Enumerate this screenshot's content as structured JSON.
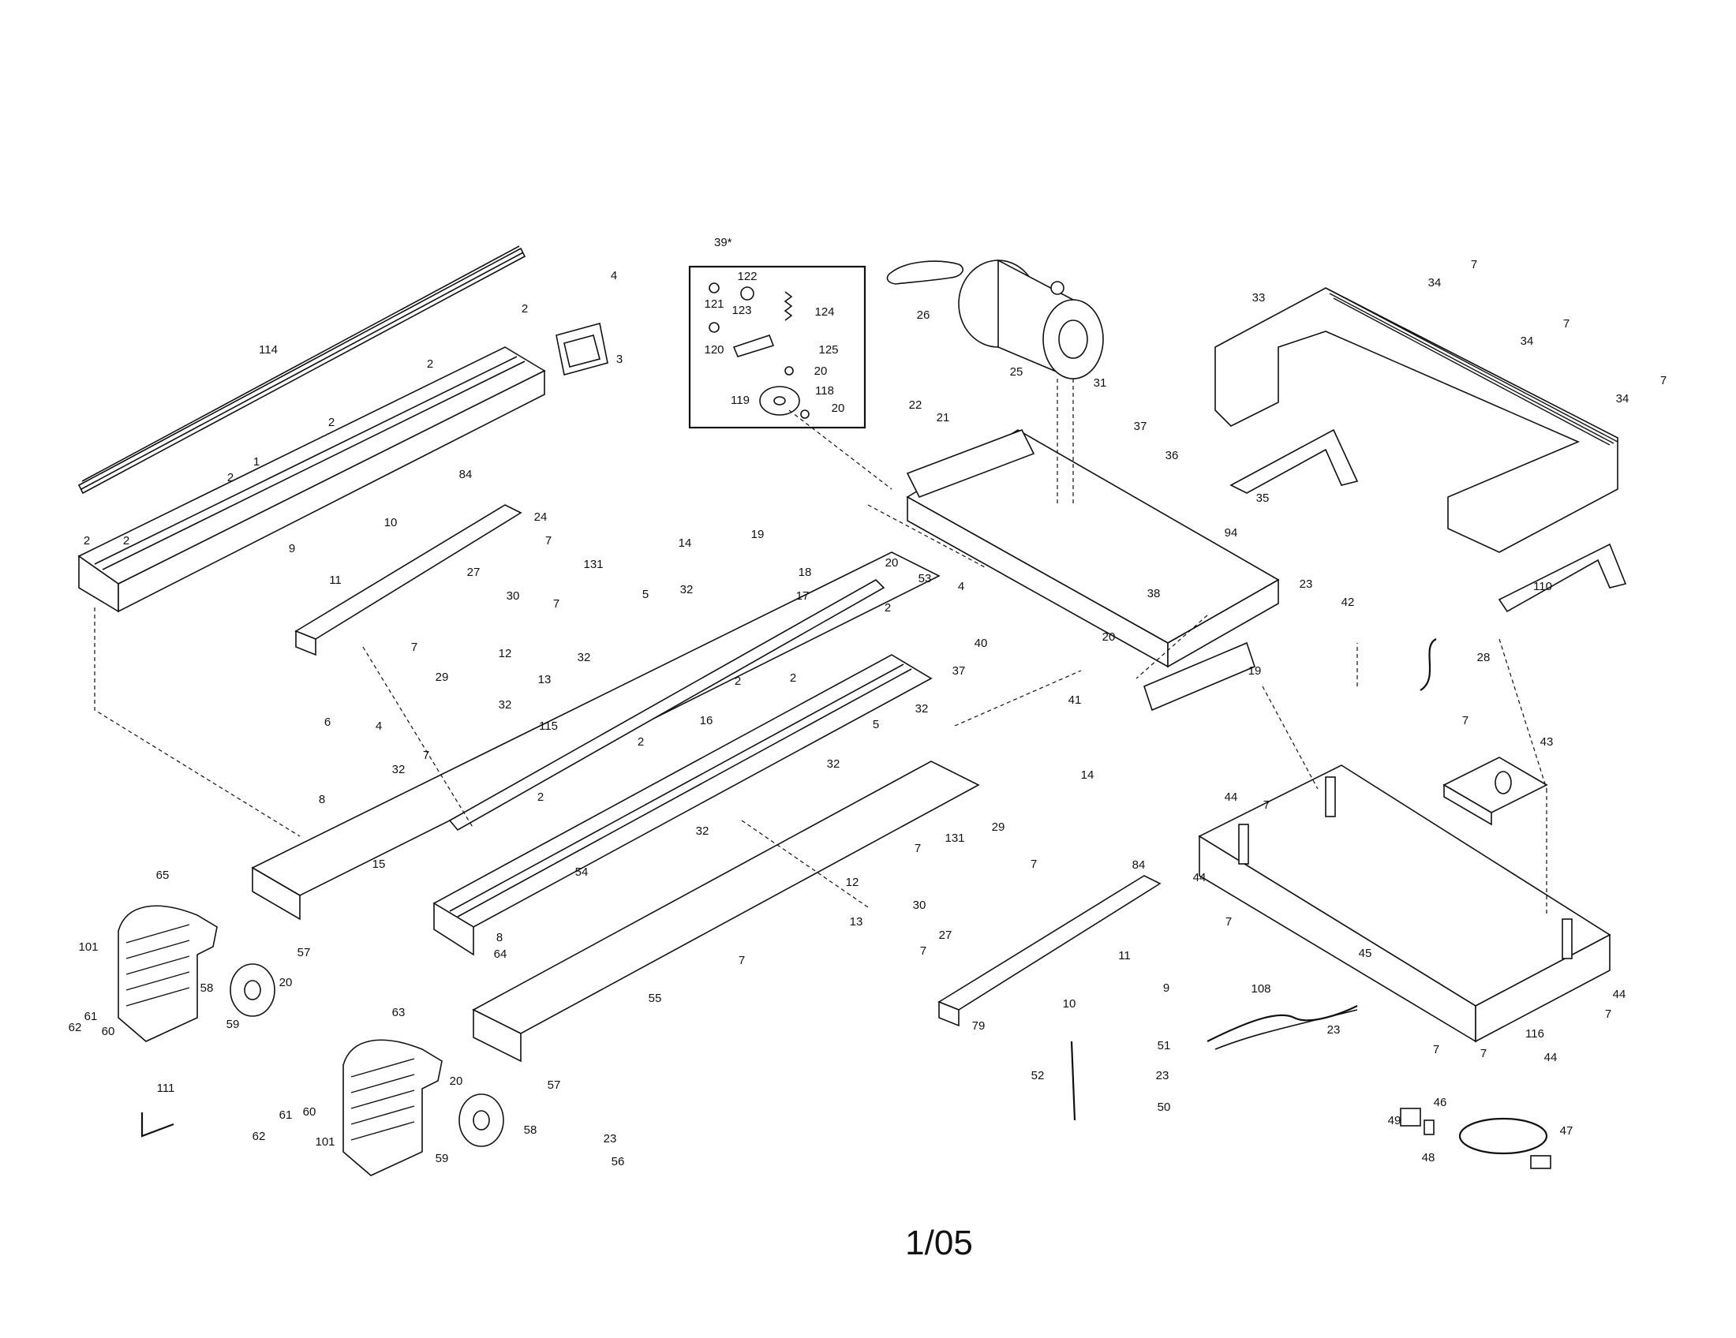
{
  "page_number": "1/05",
  "inset_label": "39*",
  "callouts": [
    {
      "id": "c114",
      "text": "114"
    },
    {
      "id": "c2a",
      "text": "2"
    },
    {
      "id": "c4a",
      "text": "4"
    },
    {
      "id": "c3",
      "text": "3"
    },
    {
      "id": "c2b",
      "text": "2"
    },
    {
      "id": "c2c",
      "text": "2"
    },
    {
      "id": "c2d",
      "text": "2"
    },
    {
      "id": "c2e",
      "text": "2"
    },
    {
      "id": "c1",
      "text": "1"
    },
    {
      "id": "c2f",
      "text": "2"
    },
    {
      "id": "c84a",
      "text": "84"
    },
    {
      "id": "c24",
      "text": "24"
    },
    {
      "id": "c9a",
      "text": "9"
    },
    {
      "id": "c10a",
      "text": "10"
    },
    {
      "id": "c11a",
      "text": "11"
    },
    {
      "id": "c27a",
      "text": "27"
    },
    {
      "id": "c30a",
      "text": "30"
    },
    {
      "id": "c7a",
      "text": "7"
    },
    {
      "id": "c131a",
      "text": "131"
    },
    {
      "id": "c14a",
      "text": "14"
    },
    {
      "id": "c19a",
      "text": "19"
    },
    {
      "id": "c18",
      "text": "18"
    },
    {
      "id": "c5a",
      "text": "5"
    },
    {
      "id": "c32a",
      "text": "32"
    },
    {
      "id": "c17",
      "text": "17"
    },
    {
      "id": "c7b",
      "text": "7"
    },
    {
      "id": "c7c",
      "text": "7"
    },
    {
      "id": "c12a",
      "text": "12"
    },
    {
      "id": "c13a",
      "text": "13"
    },
    {
      "id": "c29a",
      "text": "29"
    },
    {
      "id": "c32b",
      "text": "32"
    },
    {
      "id": "c4b",
      "text": "4"
    },
    {
      "id": "c6",
      "text": "6"
    },
    {
      "id": "c32c",
      "text": "32"
    },
    {
      "id": "c7d",
      "text": "7"
    },
    {
      "id": "c32d",
      "text": "32"
    },
    {
      "id": "c8a",
      "text": "8"
    },
    {
      "id": "c15",
      "text": "15"
    },
    {
      "id": "c115",
      "text": "115"
    },
    {
      "id": "c16",
      "text": "16"
    },
    {
      "id": "c2g",
      "text": "2"
    },
    {
      "id": "c2h",
      "text": "2"
    },
    {
      "id": "c2i",
      "text": "2"
    },
    {
      "id": "c2j",
      "text": "2"
    },
    {
      "id": "c2k",
      "text": "2"
    },
    {
      "id": "c54",
      "text": "54"
    },
    {
      "id": "c5b",
      "text": "5"
    },
    {
      "id": "c32e",
      "text": "32"
    },
    {
      "id": "c32f",
      "text": "32"
    },
    {
      "id": "c32g",
      "text": "32"
    },
    {
      "id": "c14b",
      "text": "14"
    },
    {
      "id": "c53",
      "text": "53"
    },
    {
      "id": "c4c",
      "text": "4"
    },
    {
      "id": "c37a",
      "text": "37"
    },
    {
      "id": "c40",
      "text": "40"
    },
    {
      "id": "c41",
      "text": "41"
    },
    {
      "id": "c122",
      "text": "122"
    },
    {
      "id": "c121",
      "text": "121"
    },
    {
      "id": "c123",
      "text": "123"
    },
    {
      "id": "c124",
      "text": "124"
    },
    {
      "id": "c120",
      "text": "120"
    },
    {
      "id": "c125",
      "text": "125"
    },
    {
      "id": "c20a",
      "text": "20"
    },
    {
      "id": "c119",
      "text": "119"
    },
    {
      "id": "c118",
      "text": "118"
    },
    {
      "id": "c20b",
      "text": "20"
    },
    {
      "id": "c26",
      "text": "26"
    },
    {
      "id": "c25",
      "text": "25"
    },
    {
      "id": "c22",
      "text": "22"
    },
    {
      "id": "c21",
      "text": "21"
    },
    {
      "id": "c31",
      "text": "31"
    },
    {
      "id": "c37b",
      "text": "37"
    },
    {
      "id": "c36",
      "text": "36"
    },
    {
      "id": "c20c",
      "text": "20"
    },
    {
      "id": "c94",
      "text": "94"
    },
    {
      "id": "c38",
      "text": "38"
    },
    {
      "id": "c20d",
      "text": "20"
    },
    {
      "id": "c19b",
      "text": "19"
    },
    {
      "id": "c23a",
      "text": "23"
    },
    {
      "id": "c42",
      "text": "42"
    },
    {
      "id": "c28",
      "text": "28"
    },
    {
      "id": "c33",
      "text": "33"
    },
    {
      "id": "c34a",
      "text": "34"
    },
    {
      "id": "c7e",
      "text": "7"
    },
    {
      "id": "c34b",
      "text": "34"
    },
    {
      "id": "c7f",
      "text": "7"
    },
    {
      "id": "c34c",
      "text": "34"
    },
    {
      "id": "c7g",
      "text": "7"
    },
    {
      "id": "c35",
      "text": "35"
    },
    {
      "id": "c110",
      "text": "110"
    },
    {
      "id": "c7h",
      "text": "7"
    },
    {
      "id": "c43",
      "text": "43"
    },
    {
      "id": "c44a",
      "text": "44"
    },
    {
      "id": "c7i",
      "text": "7"
    },
    {
      "id": "c44b",
      "text": "44"
    },
    {
      "id": "c7j",
      "text": "7"
    },
    {
      "id": "c45",
      "text": "45"
    },
    {
      "id": "c44c",
      "text": "44"
    },
    {
      "id": "c7k",
      "text": "7"
    },
    {
      "id": "c116",
      "text": "116"
    },
    {
      "id": "c44d",
      "text": "44"
    },
    {
      "id": "c7l",
      "text": "7"
    },
    {
      "id": "c23b",
      "text": "23"
    },
    {
      "id": "c7m",
      "text": "7"
    },
    {
      "id": "c46",
      "text": "46"
    },
    {
      "id": "c49",
      "text": "49"
    },
    {
      "id": "c48",
      "text": "48"
    },
    {
      "id": "c47",
      "text": "47"
    },
    {
      "id": "c108",
      "text": "108"
    },
    {
      "id": "c51",
      "text": "51"
    },
    {
      "id": "c52",
      "text": "52"
    },
    {
      "id": "c23c",
      "text": "23"
    },
    {
      "id": "c50",
      "text": "50"
    },
    {
      "id": "c84b",
      "text": "84"
    },
    {
      "id": "c29b",
      "text": "29"
    },
    {
      "id": "c7n",
      "text": "7"
    },
    {
      "id": "c131b",
      "text": "131"
    },
    {
      "id": "c7o",
      "text": "7"
    },
    {
      "id": "c12b",
      "text": "12"
    },
    {
      "id": "c13b",
      "text": "13"
    },
    {
      "id": "c30b",
      "text": "30"
    },
    {
      "id": "c27b",
      "text": "27"
    },
    {
      "id": "c7p",
      "text": "7"
    },
    {
      "id": "c11b",
      "text": "11"
    },
    {
      "id": "c9b",
      "text": "9"
    },
    {
      "id": "c10b",
      "text": "10"
    },
    {
      "id": "c79",
      "text": "79"
    },
    {
      "id": "c7q",
      "text": "7"
    },
    {
      "id": "c8b",
      "text": "8"
    },
    {
      "id": "c55",
      "text": "55"
    },
    {
      "id": "c64",
      "text": "64"
    },
    {
      "id": "c65",
      "text": "65"
    },
    {
      "id": "c101a",
      "text": "101"
    },
    {
      "id": "c62a",
      "text": "62"
    },
    {
      "id": "c61a",
      "text": "61"
    },
    {
      "id": "c60a",
      "text": "60"
    },
    {
      "id": "c58a",
      "text": "58"
    },
    {
      "id": "c59a",
      "text": "59"
    },
    {
      "id": "c57a",
      "text": "57"
    },
    {
      "id": "c20e",
      "text": "20"
    },
    {
      "id": "c63",
      "text": "63"
    },
    {
      "id": "c111",
      "text": "111"
    },
    {
      "id": "c61b",
      "text": "61"
    },
    {
      "id": "c60b",
      "text": "60"
    },
    {
      "id": "c62b",
      "text": "62"
    },
    {
      "id": "c101b",
      "text": "101"
    },
    {
      "id": "c20f",
      "text": "20"
    },
    {
      "id": "c57b",
      "text": "57"
    },
    {
      "id": "c59b",
      "text": "59"
    },
    {
      "id": "c58b",
      "text": "58"
    },
    {
      "id": "c23d",
      "text": "23"
    },
    {
      "id": "c56",
      "text": "56"
    }
  ]
}
